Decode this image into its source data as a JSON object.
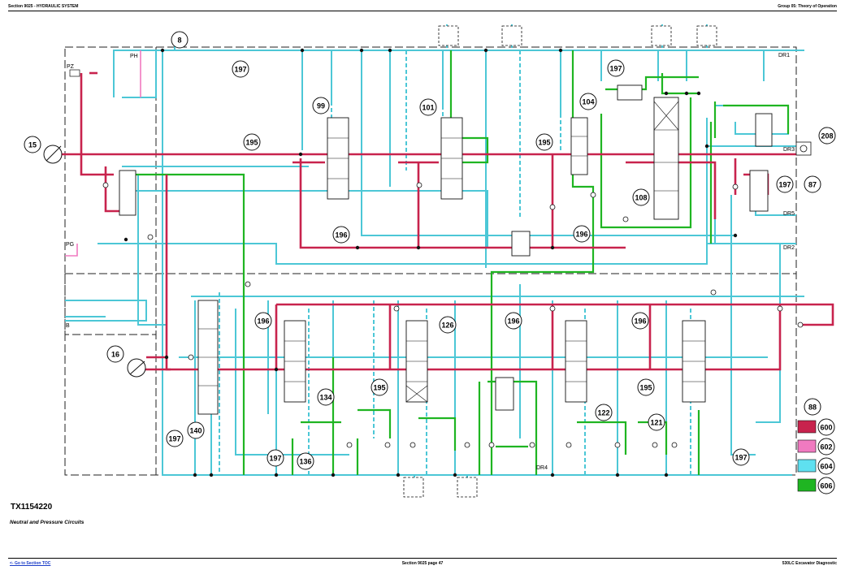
{
  "header": {
    "left": "Section 9025 - HYDRAULIC SYSTEM",
    "right": "Group 05: Theory of Operation"
  },
  "figure": {
    "id": "TX1154220",
    "caption": "Neutral and Pressure Circuits"
  },
  "footer": {
    "link": "<- Go to Section TOC",
    "page": "Section 9025 page 47",
    "manual": "530LC Excavator Diagnostic"
  },
  "labels": {
    "port_pz": "PZ",
    "port_ph": "PH",
    "port_pg": "PG",
    "port_b": "B",
    "dr1": "DR1",
    "dr2": "DR2",
    "dr3": "DR3",
    "dr4": "DR4",
    "dr5": "DR5"
  },
  "callouts": [
    "8",
    "15",
    "16",
    "87",
    "88",
    "99",
    "101",
    "104",
    "108",
    "121",
    "122",
    "126",
    "134",
    "136",
    "140",
    "195",
    "196",
    "197",
    "208"
  ],
  "legend": [
    {
      "code": "600",
      "color": "#c8234d"
    },
    {
      "code": "602",
      "color": "#f07ac0"
    },
    {
      "code": "604",
      "color": "#5fe0f0"
    },
    {
      "code": "606",
      "color": "#1fb522"
    }
  ],
  "colors": {
    "pressure": "#c8234d",
    "pilot": "#f07ac0",
    "return": "#4cc7d6",
    "neutral": "#1fb522"
  }
}
